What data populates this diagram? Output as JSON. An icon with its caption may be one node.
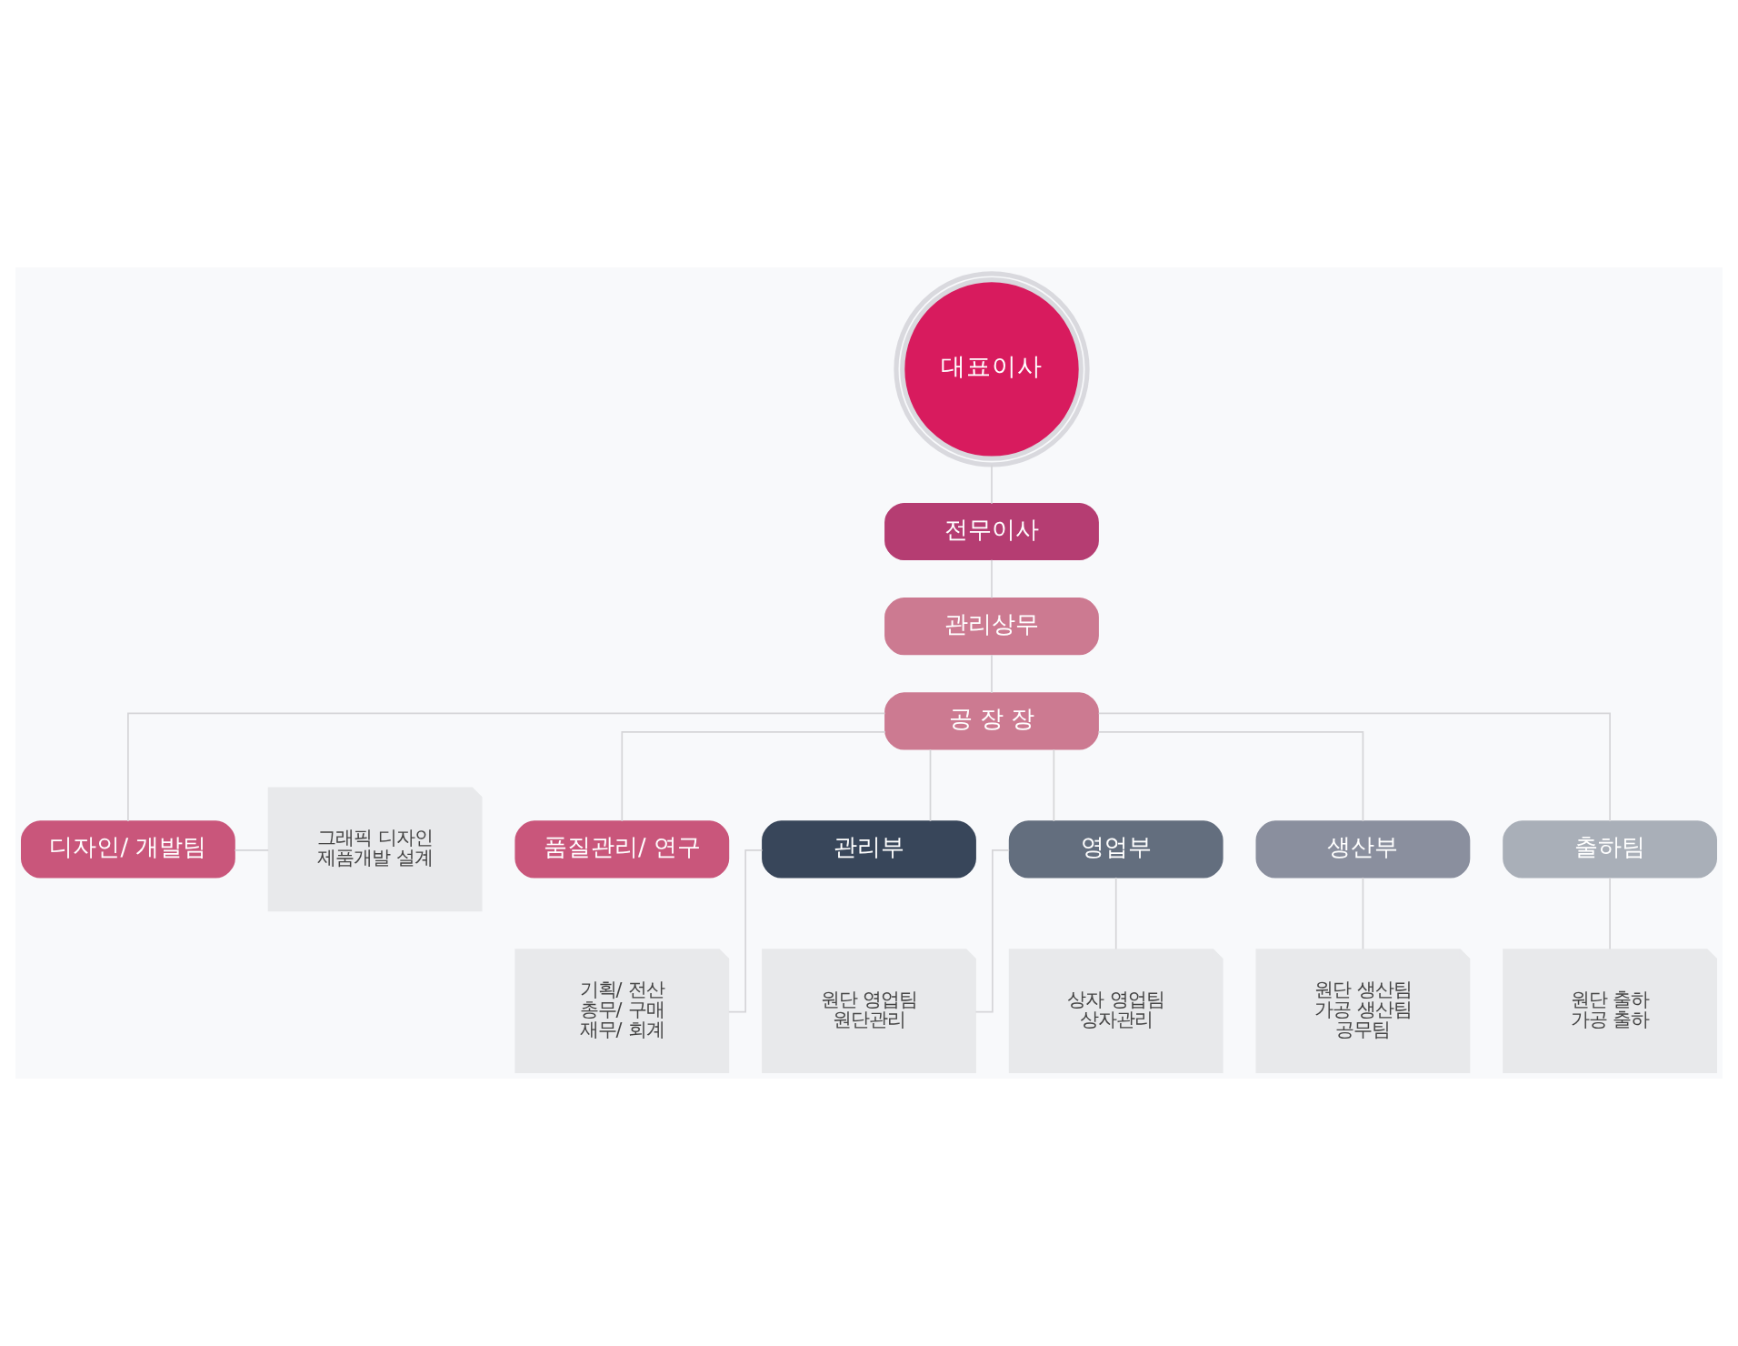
{
  "diagram": {
    "nodes": [
      {
        "text": [
          "대표이사"
        ]
      },
      {
        "text": [
          "전무이사"
        ]
      },
      {
        "text": [
          "관리상무"
        ]
      },
      {
        "text": [
          "공 장 장"
        ]
      },
      {
        "text": [
          "디자인/ 개발팀"
        ]
      },
      {
        "text": [
          "그래픽 디자인",
          "제품개발 설계"
        ]
      },
      {
        "text": [
          "품질관리/ 연구"
        ]
      },
      {
        "text": [
          "관리부"
        ]
      },
      {
        "text": [
          "영업부"
        ]
      },
      {
        "text": [
          "생산부"
        ]
      },
      {
        "text": [
          "출하팀"
        ]
      },
      {
        "text": [
          "기획/ 전산",
          "총무/ 구매",
          "재무/ 회계"
        ]
      },
      {
        "text": [
          "원단 영업팀",
          "원단관리"
        ]
      },
      {
        "text": [
          "상자 영업팀",
          "상자관리"
        ]
      },
      {
        "text": [
          "원단 생산팀",
          "가공 생산팀",
          "공무팀"
        ]
      },
      {
        "text": [
          "원단 출하",
          "가공 출하"
        ]
      }
    ],
    "edges": [
      {
        "from": 0,
        "to": 1,
        "arrow": "none"
      },
      {
        "from": 1,
        "to": 2,
        "arrow": "none"
      },
      {
        "from": 2,
        "to": 3,
        "arrow": "none"
      },
      {
        "from": 3,
        "to": 4,
        "arrow": "none"
      },
      {
        "from": 3,
        "to": 6,
        "arrow": "none"
      },
      {
        "from": 4,
        "to": 5,
        "arrow": "none"
      },
      {
        "from": 3,
        "to": 7,
        "arrow": "none"
      },
      {
        "from": 3,
        "to": 8,
        "arrow": "none"
      },
      {
        "from": 3,
        "to": 9,
        "arrow": "none"
      },
      {
        "from": 3,
        "to": 10,
        "arrow": "none"
      },
      {
        "from": 7,
        "to": 11,
        "arrow": "none"
      },
      {
        "from": 8,
        "to": 12,
        "arrow": "none"
      },
      {
        "from": 8,
        "to": 13,
        "arrow": "none"
      },
      {
        "from": 9,
        "to": 14,
        "arrow": "none"
      },
      {
        "from": 10,
        "to": 15,
        "arrow": "none"
      }
    ]
  }
}
